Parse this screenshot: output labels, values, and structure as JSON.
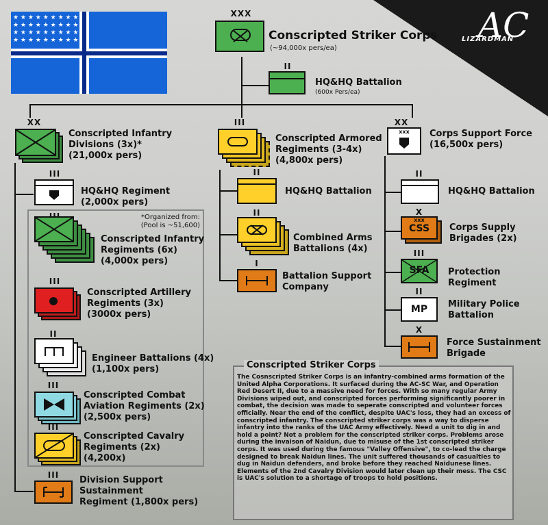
{
  "corner_text": "AC",
  "corner_sub": "LIZARDMAN",
  "corps": {
    "echelon": "XXX",
    "title": "Conscripted Striker Corps",
    "sub": "(~94,000x pers/ea)"
  },
  "corps_hq": {
    "echelon": "II",
    "title": "HQ&HQ Battalion",
    "sub": "(600x Pers/ea)"
  },
  "infantry_div": {
    "echelon": "XX",
    "title": "Conscripted Infantry\nDivisions (3x)*\n(21,000x pers)"
  },
  "armored_reg": {
    "echelon": "III",
    "title": "Conscripted Armored\nRegiments (3-4x)\n(4,800x pers)"
  },
  "support_force": {
    "echelon": "XX",
    "inner": "xxx",
    "title": "Corps Support Force\n(16,500x pers)"
  },
  "div_hq": {
    "echelon": "III",
    "title": "HQ&HQ Regiment\n(2,000x pers)"
  },
  "org_note": "*Organized from:\n(Pool is ~51,600)",
  "inf_reg": {
    "echelon": "III",
    "title": "Conscripted Infantry\nRegiments (6x)\n(4,000x pers)"
  },
  "art_reg": {
    "echelon": "III",
    "title": "Conscripted Artillery\nRegiments (3x)\n(3000x pers)"
  },
  "eng_bn": {
    "echelon": "II",
    "title": "Engineer Battalions (4x)\n(1,100x pers)"
  },
  "avn_reg": {
    "echelon": "III",
    "title": "Conscripted Combat\nAviation Regiments (2x)\n(2,500x pers)"
  },
  "cav_reg": {
    "echelon": "III",
    "title": "Conscripted Cavalry\nRegiments (2x)\n(4,200x)"
  },
  "div_sus": {
    "echelon": "III",
    "title": "Division Support\nSustainment\nRegiment (1,800x pers)"
  },
  "arm_hq": {
    "echelon": "II",
    "title": "HQ&HQ Battalion"
  },
  "cab": {
    "echelon": "II",
    "title": "Combined Arms\nBattalions (4x)"
  },
  "bsc": {
    "echelon": "I",
    "title": "Battalion Support\nCompany"
  },
  "sf_hq": {
    "echelon": "II",
    "title": "HQ&HQ Battalion"
  },
  "csb": {
    "echelon": "X",
    "inner_top": "xxx",
    "inner": "CSS",
    "title": "Corps Supply\nBrigades (2x)"
  },
  "pr": {
    "echelon": "III",
    "inner": "SFA",
    "title": "Protection Regiment"
  },
  "mp": {
    "echelon": "II",
    "inner": "MP",
    "title": "Military Police\nBattalion"
  },
  "fsb": {
    "echelon": "X",
    "title": "Force Sustainment\nBrigade"
  },
  "description": {
    "title": "Conscripted Striker Corps",
    "body": "The Cosnscripted Striker Corps is an infantry-combined arms formation of the United Alpha Corporations. It surfaced during the AC-SC War, and Operation Red Desert II, due to a massive need for forces. With so many regular Army Divisions wiped out, and conscripted forces performing significantly poorer in combat, the decision was made to seperate conscripted and volunteer forces officially. Near the end of the conflict, despite UAC's loss, they had an excess of conscripted infantry. The conscripted striker corps was a way to disperse infantry into the ranks of the UAC Army effectively. Need a unit to dig in and hold a point? Not a problem for the conscripted striker corps. Problems arose during the invaison of Naidun, due to misuse of the 1st conscripted striker corps. It was used during the famous \"Valley Offensive\", to co-lead the charge designed to break Naidun lines. The unit suffered thousands of casualties to dug in Naidun defenders, and broke before they reached Naidunese lines. Elements of the 2nd Cavalry Division would later clean up their mess. The CSC is UAC's solution to a shortage of troops to hold positions."
  },
  "colors": {
    "infantry": "#4caf50",
    "armor": "#ffd02a",
    "artillery": "#e02020",
    "engineer": "#ffffff",
    "aviation": "#8fd9e3",
    "sustain": "#e07b17",
    "flag_blue": "#1565d8"
  }
}
